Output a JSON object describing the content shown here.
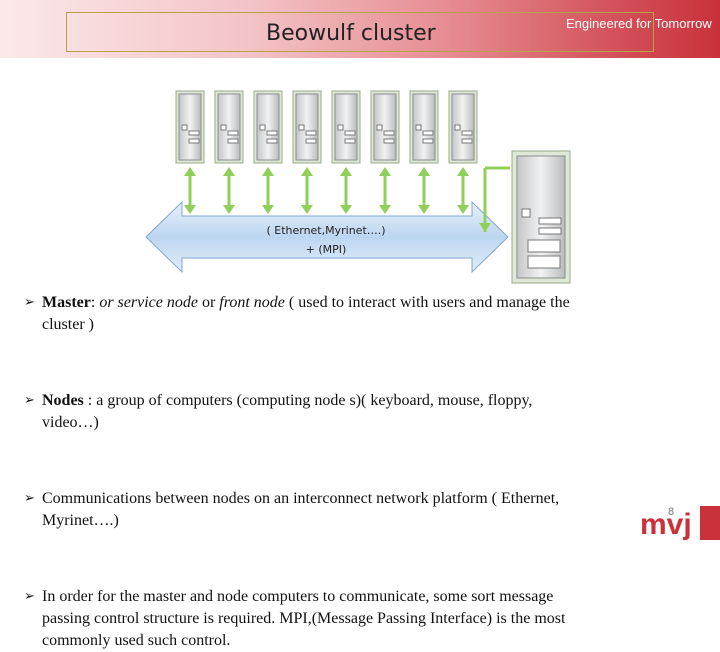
{
  "header": {
    "title": "Beowulf cluster",
    "tagline": "Engineered for Tomorrow"
  },
  "diagram": {
    "node_count": 8,
    "network_label_line1": "( Ethernet,Myrinet….)",
    "network_label_line2": "+ (MPI)"
  },
  "bullets": [
    {
      "bold": "Master",
      "seg1": ": ",
      "ital1": "or service node",
      "seg2": " or ",
      "ital2": "front node",
      "seg3": " ( used to interact with users and manage the",
      "line2": "cluster )"
    },
    {
      "bold": "Nodes",
      "seg1": " : a group of computers (computing node s)( keyboard, mouse, floppy,",
      "line2": "video…)"
    },
    {
      "line1": "Communications between nodes on an interconnect network platform ( Ethernet,",
      "line2": "Myrinet….)"
    },
    {
      "line1": "In order for the master and node computers to communicate, some sort message",
      "line2": "passing control structure is required.  MPI,(Message Passing Interface) is the most",
      "line3": "commonly used such control."
    }
  ],
  "footer": {
    "page_number": "8",
    "logo_text": "mvj"
  },
  "colors": {
    "accent_red": "#c9313b",
    "arrow_green": "#8fcf5a",
    "network_blue": "#bcd6f0"
  }
}
